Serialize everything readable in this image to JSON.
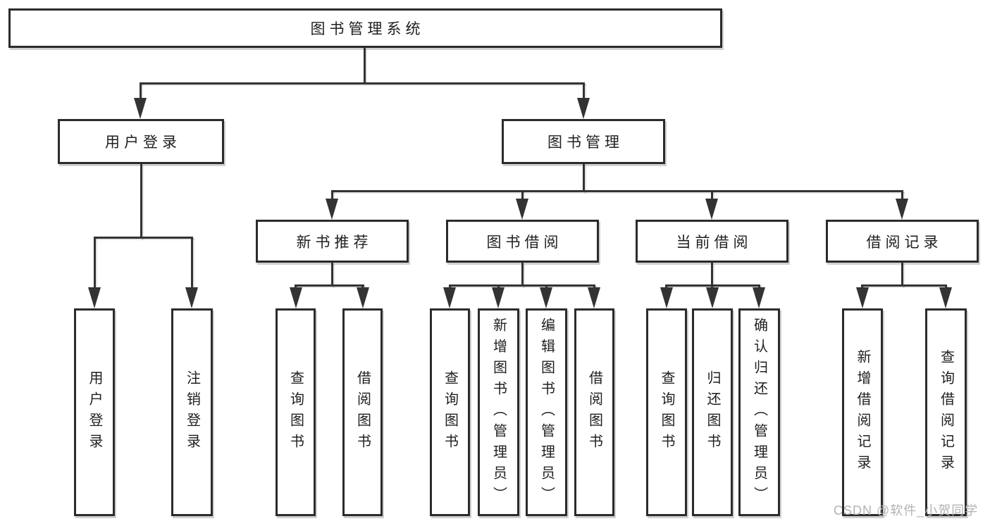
{
  "diagram": {
    "root": {
      "label": "图书管理系统"
    },
    "level2": [
      {
        "id": "user-login",
        "label": "用户登录"
      },
      {
        "id": "book-management",
        "label": "图书管理"
      }
    ],
    "level3": [
      {
        "id": "new-book-recommend",
        "label": "新书推荐"
      },
      {
        "id": "book-borrow",
        "label": "图书借阅"
      },
      {
        "id": "current-borrow",
        "label": "当前借阅"
      },
      {
        "id": "borrow-records",
        "label": "借阅记录"
      }
    ],
    "leaves": [
      {
        "label": "用户登录"
      },
      {
        "label": "注销登录"
      },
      {
        "label": "查询图书"
      },
      {
        "label": "借阅图书"
      },
      {
        "label": "查询图书"
      },
      {
        "label": "新增图书（管理员）"
      },
      {
        "label": "编辑图书（管理员）"
      },
      {
        "label": "借阅图书"
      },
      {
        "label": "查询图书"
      },
      {
        "label": "归还图书"
      },
      {
        "label": "确认归还（管理员）"
      },
      {
        "label": "新增借阅记录"
      },
      {
        "label": "查询借阅记录"
      }
    ]
  },
  "watermark": {
    "text": "CSDN @软件_小贺同学"
  },
  "colors": {
    "line": "#333333",
    "box_border": "#2b2b2b",
    "box_fill": "#ffffff",
    "text": "#1f1f1f",
    "watermark": "#b2b2b2",
    "background": "#ffffff"
  }
}
